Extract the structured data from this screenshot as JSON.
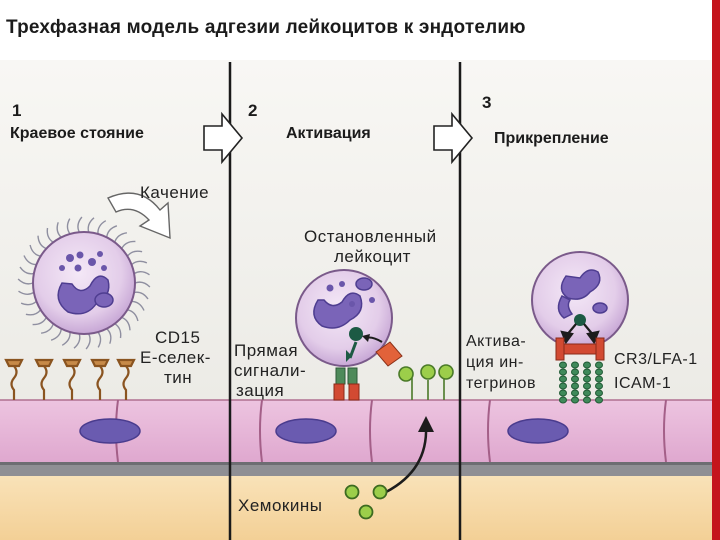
{
  "title": "Трехфазная модель адгезии лейкоцитов к эндотелию",
  "stages": [
    {
      "number": "1",
      "label": "Краевое стояние"
    },
    {
      "number": "2",
      "label": "Активация"
    },
    {
      "number": "3",
      "label": "Прикрепление"
    }
  ],
  "labels": {
    "rolling": "Качение",
    "stopped_line1": "Остановленный",
    "stopped_line2": "лейкоцит",
    "cd15": "CD15",
    "eselectin_line1": "E-селек-",
    "eselectin_line2": "тин",
    "direct_line1": "Прямая",
    "direct_line2": "сигнали-",
    "direct_line3": "зация",
    "integrin_line1": "Актива-",
    "integrin_line2": "ция ин-",
    "integrin_line3": "тегринов",
    "cr3": "CR3/LFA-1",
    "icam": "ICAM-1",
    "chemokines": "Хемокины"
  },
  "colors": {
    "background_upper": "#f2f0ec",
    "endothelium": "#e8b8d8",
    "tissue": "#f7dcae",
    "cell_body": "#e8d2f0",
    "nucleus": "#7a64b8",
    "selectin": "#b07a40",
    "ligand_green": "#8cc43c",
    "integrin_green": "#3f8a5a",
    "integrin_red": "#d24a32",
    "brand_bar": "#c4141c"
  },
  "icons": [
    "rolling-arrow",
    "stage-arrow",
    "chemokine-arrow"
  ]
}
